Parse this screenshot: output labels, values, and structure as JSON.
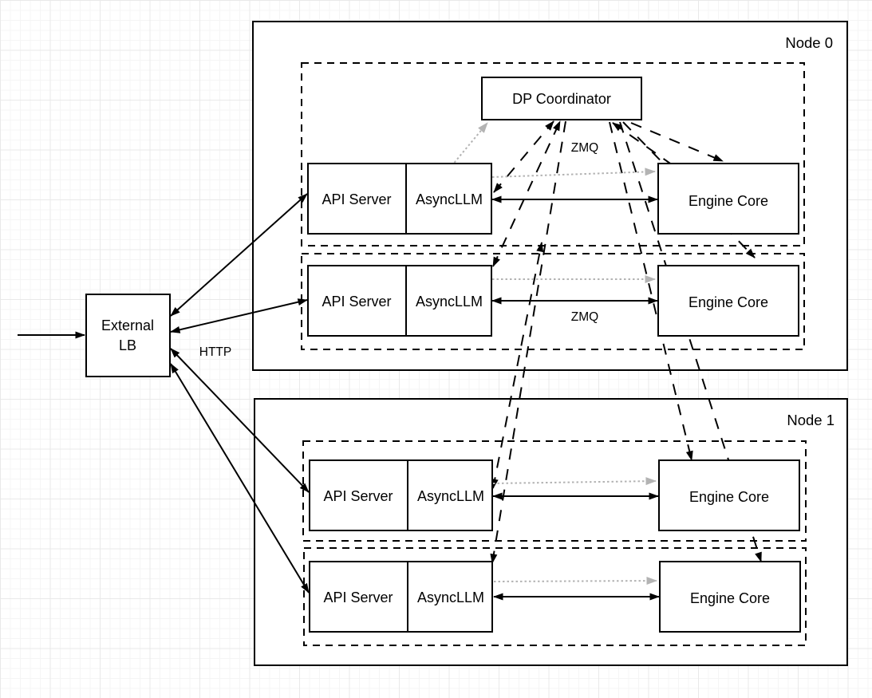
{
  "external_lb": {
    "line1": "External",
    "line2": "LB"
  },
  "node0": {
    "label": "Node 0"
  },
  "node1": {
    "label": "Node 1"
  },
  "dp_coordinator": {
    "label": "DP Coordinator"
  },
  "rows": [
    {
      "api": "API Server",
      "async": "AsyncLLM",
      "engine": "Engine Core"
    },
    {
      "api": "API Server",
      "async": "AsyncLLM",
      "engine": "Engine Core"
    },
    {
      "api": "API Server",
      "async": "AsyncLLM",
      "engine": "Engine Core"
    },
    {
      "api": "API Server",
      "async": "AsyncLLM",
      "engine": "Engine Core"
    }
  ],
  "edge_labels": {
    "http": "HTTP",
    "zmq_coordinator": "ZMQ",
    "zmq_engine": "ZMQ"
  },
  "colors": {
    "stroke": "#000000",
    "gray_arrow": "#b3b3b3",
    "box_fill": "#ffffff",
    "grid_minor": "#f5f5f5",
    "grid_major": "#e9e9e9"
  }
}
